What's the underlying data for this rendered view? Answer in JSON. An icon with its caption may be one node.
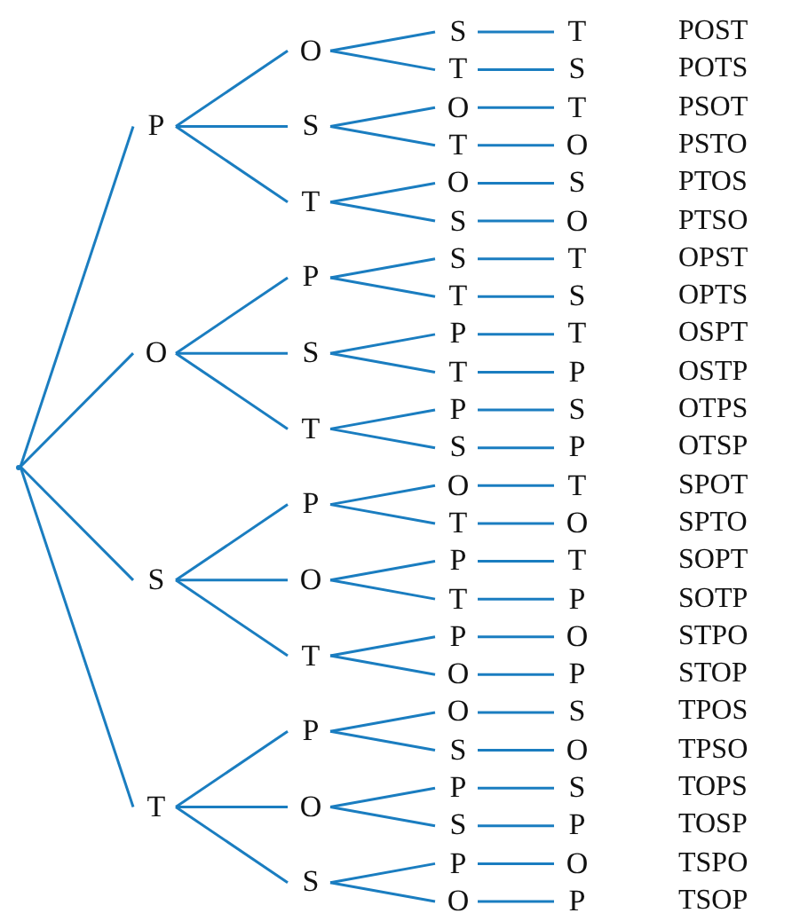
{
  "diagram": {
    "nodes": [
      {
        "text": [],
        "shape": "point"
      },
      {
        "text": [
          "P"
        ]
      },
      {
        "text": [
          "O"
        ]
      },
      {
        "text": [
          "S"
        ]
      },
      {
        "text": [
          "T"
        ]
      },
      {
        "text": [
          "O"
        ]
      },
      {
        "text": [
          "S"
        ]
      },
      {
        "text": [
          "T"
        ]
      },
      {
        "text": [
          "P"
        ]
      },
      {
        "text": [
          "S"
        ]
      },
      {
        "text": [
          "T"
        ]
      },
      {
        "text": [
          "P"
        ]
      },
      {
        "text": [
          "O"
        ]
      },
      {
        "text": [
          "T"
        ]
      },
      {
        "text": [
          "P"
        ]
      },
      {
        "text": [
          "O"
        ]
      },
      {
        "text": [
          "S"
        ]
      },
      {
        "text": [
          "S"
        ]
      },
      {
        "text": [
          "T"
        ]
      },
      {
        "text": [
          "O"
        ]
      },
      {
        "text": [
          "T"
        ]
      },
      {
        "text": [
          "O"
        ]
      },
      {
        "text": [
          "S"
        ]
      },
      {
        "text": [
          "S"
        ]
      },
      {
        "text": [
          "T"
        ]
      },
      {
        "text": [
          "P"
        ]
      },
      {
        "text": [
          "T"
        ]
      },
      {
        "text": [
          "P"
        ]
      },
      {
        "text": [
          "S"
        ]
      },
      {
        "text": [
          "O"
        ]
      },
      {
        "text": [
          "T"
        ]
      },
      {
        "text": [
          "P"
        ]
      },
      {
        "text": [
          "T"
        ]
      },
      {
        "text": [
          "P"
        ]
      },
      {
        "text": [
          "O"
        ]
      },
      {
        "text": [
          "O"
        ]
      },
      {
        "text": [
          "S"
        ]
      },
      {
        "text": [
          "P"
        ]
      },
      {
        "text": [
          "S"
        ]
      },
      {
        "text": [
          "P"
        ]
      },
      {
        "text": [
          "O"
        ]
      },
      {
        "text": [
          "T"
        ]
      },
      {
        "text": [
          "S"
        ]
      },
      {
        "text": [
          "T"
        ]
      },
      {
        "text": [
          "O"
        ]
      },
      {
        "text": [
          "S"
        ]
      },
      {
        "text": [
          "O"
        ]
      },
      {
        "text": [
          "T"
        ]
      },
      {
        "text": [
          "S"
        ]
      },
      {
        "text": [
          "T"
        ]
      },
      {
        "text": [
          "P"
        ]
      },
      {
        "text": [
          "S"
        ]
      },
      {
        "text": [
          "P"
        ]
      },
      {
        "text": [
          "T"
        ]
      },
      {
        "text": [
          "O"
        ]
      },
      {
        "text": [
          "T"
        ]
      },
      {
        "text": [
          "P"
        ]
      },
      {
        "text": [
          "O"
        ]
      },
      {
        "text": [
          "P"
        ]
      },
      {
        "text": [
          "S"
        ]
      },
      {
        "text": [
          "O"
        ]
      },
      {
        "text": [
          "S"
        ]
      },
      {
        "text": [
          "P"
        ]
      },
      {
        "text": [
          "O"
        ]
      },
      {
        "text": [
          "P"
        ]
      }
    ],
    "edges": [
      {
        "from": 0,
        "to": 1,
        "arrow": "none"
      },
      {
        "from": 0,
        "to": 2,
        "arrow": "none"
      },
      {
        "from": 0,
        "to": 3,
        "arrow": "none"
      },
      {
        "from": 0,
        "to": 4,
        "arrow": "none"
      },
      {
        "from": 1,
        "to": 5,
        "arrow": "none"
      },
      {
        "from": 1,
        "to": 6,
        "arrow": "none"
      },
      {
        "from": 1,
        "to": 7,
        "arrow": "none"
      },
      {
        "from": 2,
        "to": 8,
        "arrow": "none"
      },
      {
        "from": 2,
        "to": 9,
        "arrow": "none"
      },
      {
        "from": 2,
        "to": 10,
        "arrow": "none"
      },
      {
        "from": 3,
        "to": 11,
        "arrow": "none"
      },
      {
        "from": 3,
        "to": 12,
        "arrow": "none"
      },
      {
        "from": 3,
        "to": 13,
        "arrow": "none"
      },
      {
        "from": 4,
        "to": 14,
        "arrow": "none"
      },
      {
        "from": 4,
        "to": 15,
        "arrow": "none"
      },
      {
        "from": 4,
        "to": 16,
        "arrow": "none"
      },
      {
        "from": 5,
        "to": 17,
        "arrow": "none"
      },
      {
        "from": 5,
        "to": 18,
        "arrow": "none"
      },
      {
        "from": 6,
        "to": 19,
        "arrow": "none"
      },
      {
        "from": 6,
        "to": 20,
        "arrow": "none"
      },
      {
        "from": 7,
        "to": 21,
        "arrow": "none"
      },
      {
        "from": 7,
        "to": 22,
        "arrow": "none"
      },
      {
        "from": 8,
        "to": 23,
        "arrow": "none"
      },
      {
        "from": 8,
        "to": 24,
        "arrow": "none"
      },
      {
        "from": 9,
        "to": 25,
        "arrow": "none"
      },
      {
        "from": 9,
        "to": 26,
        "arrow": "none"
      },
      {
        "from": 10,
        "to": 27,
        "arrow": "none"
      },
      {
        "from": 10,
        "to": 28,
        "arrow": "none"
      },
      {
        "from": 11,
        "to": 29,
        "arrow": "none"
      },
      {
        "from": 11,
        "to": 30,
        "arrow": "none"
      },
      {
        "from": 12,
        "to": 31,
        "arrow": "none"
      },
      {
        "from": 12,
        "to": 32,
        "arrow": "none"
      },
      {
        "from": 13,
        "to": 33,
        "arrow": "none"
      },
      {
        "from": 13,
        "to": 34,
        "arrow": "none"
      },
      {
        "from": 14,
        "to": 35,
        "arrow": "none"
      },
      {
        "from": 14,
        "to": 36,
        "arrow": "none"
      },
      {
        "from": 15,
        "to": 37,
        "arrow": "none"
      },
      {
        "from": 15,
        "to": 38,
        "arrow": "none"
      },
      {
        "from": 16,
        "to": 39,
        "arrow": "none"
      },
      {
        "from": 16,
        "to": 40,
        "arrow": "none"
      },
      {
        "from": 17,
        "to": 41,
        "arrow": "none"
      },
      {
        "from": 18,
        "to": 42,
        "arrow": "none"
      },
      {
        "from": 19,
        "to": 43,
        "arrow": "none"
      },
      {
        "from": 20,
        "to": 44,
        "arrow": "none"
      },
      {
        "from": 21,
        "to": 45,
        "arrow": "none"
      },
      {
        "from": 22,
        "to": 46,
        "arrow": "none"
      },
      {
        "from": 23,
        "to": 47,
        "arrow": "none"
      },
      {
        "from": 24,
        "to": 48,
        "arrow": "none"
      },
      {
        "from": 25,
        "to": 49,
        "arrow": "none"
      },
      {
        "from": 26,
        "to": 50,
        "arrow": "none"
      },
      {
        "from": 27,
        "to": 51,
        "arrow": "none"
      },
      {
        "from": 28,
        "to": 52,
        "arrow": "none"
      },
      {
        "from": 29,
        "to": 53,
        "arrow": "none"
      },
      {
        "from": 30,
        "to": 54,
        "arrow": "none"
      },
      {
        "from": 31,
        "to": 55,
        "arrow": "none"
      },
      {
        "from": 32,
        "to": 56,
        "arrow": "none"
      },
      {
        "from": 33,
        "to": 57,
        "arrow": "none"
      },
      {
        "from": 34,
        "to": 58,
        "arrow": "none"
      },
      {
        "from": 35,
        "to": 59,
        "arrow": "none"
      },
      {
        "from": 36,
        "to": 60,
        "arrow": "none"
      },
      {
        "from": 37,
        "to": 61,
        "arrow": "none"
      },
      {
        "from": 38,
        "to": 62,
        "arrow": "none"
      },
      {
        "from": 39,
        "to": 63,
        "arrow": "none"
      },
      {
        "from": 40,
        "to": 64,
        "arrow": "none"
      }
    ],
    "labels": [
      "POST",
      "POTS",
      "PSOT",
      "PSTO",
      "PTOS",
      "PTSO",
      "OPST",
      "OPTS",
      "OSPT",
      "OSTP",
      "OTPS",
      "OTSP",
      "SPOT",
      "SPTO",
      "SOPT",
      "SOTP",
      "STPO",
      "STOP",
      "TPOS",
      "TPSO",
      "TOPS",
      "TOSP",
      "TSPO",
      "TSOP"
    ]
  }
}
